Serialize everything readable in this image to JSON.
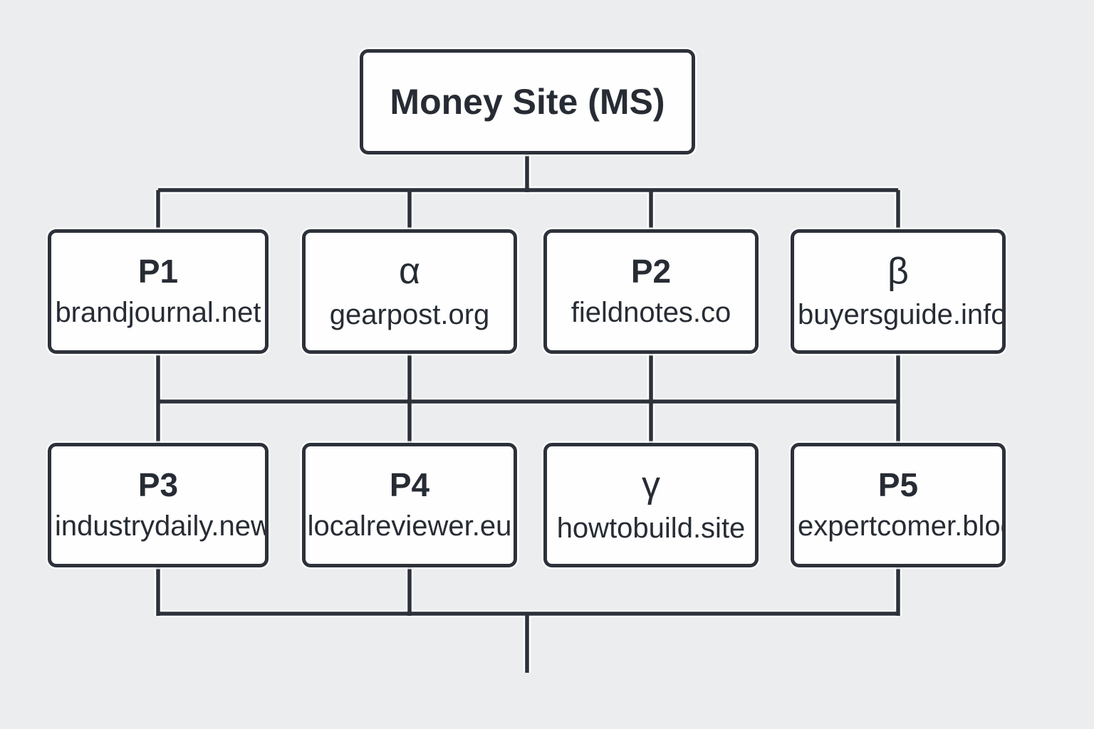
{
  "diagram": {
    "root": {
      "label": "Money Site (MS)"
    },
    "tier1": [
      {
        "label": "P1",
        "domain": "brandjournal.net"
      },
      {
        "label": "α",
        "domain": "gearpost.org"
      },
      {
        "label": "P2",
        "domain": "fieldnotes.co"
      },
      {
        "label": "β",
        "domain": "buyersguide.info"
      }
    ],
    "tier2": [
      {
        "label": "P3",
        "domain": "industrydaily.news"
      },
      {
        "label": "P4",
        "domain": "localreviewer.eu"
      },
      {
        "label": "γ",
        "domain": "howtobuild.site"
      },
      {
        "label": "P5",
        "domain": "expertcomer.blog"
      }
    ],
    "connections": {
      "root_to_tier1": [
        "P1",
        "α",
        "P2",
        "β"
      ],
      "tier1_to_tier2": [
        "P1",
        "α",
        "P2",
        "β",
        "P3",
        "P4",
        "γ",
        "P5"
      ],
      "tier2_to_bottom_bus": [
        "P3",
        "P4",
        "P5"
      ],
      "bottom_bus_has_center_drop_line": true
    },
    "colors": {
      "background": "#ecedef",
      "box_fill": "#fefefe",
      "line": "#2c313a",
      "text": "#272c34"
    }
  }
}
